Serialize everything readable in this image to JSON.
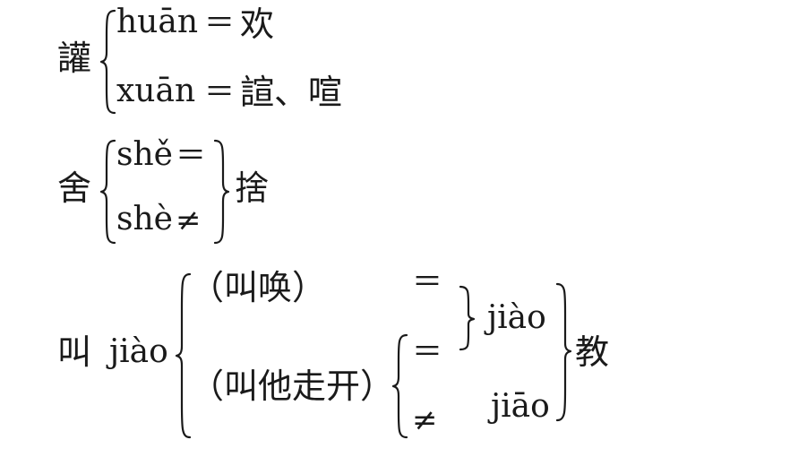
{
  "entries": [
    {
      "head": "讙",
      "readings": [
        {
          "pinyin": "huān",
          "relation": "＝",
          "chars": "欢"
        },
        {
          "pinyin": "xuān",
          "relation": "＝",
          "chars": "諠、喧"
        }
      ]
    },
    {
      "head": "舍",
      "readings": [
        {
          "pinyin": "shě",
          "relation": "＝"
        },
        {
          "pinyin": "shè",
          "relation": "≠"
        }
      ],
      "target": "捨"
    },
    {
      "head": "叫",
      "head_pinyin": "jiào",
      "senses": [
        {
          "gloss": "（叫唤）",
          "relation": "＝"
        },
        {
          "gloss": "（叫他走开）",
          "relations": [
            "＝",
            "≠"
          ]
        }
      ],
      "target_readings": [
        "jiào",
        "jiāo"
      ],
      "target": "教"
    }
  ]
}
